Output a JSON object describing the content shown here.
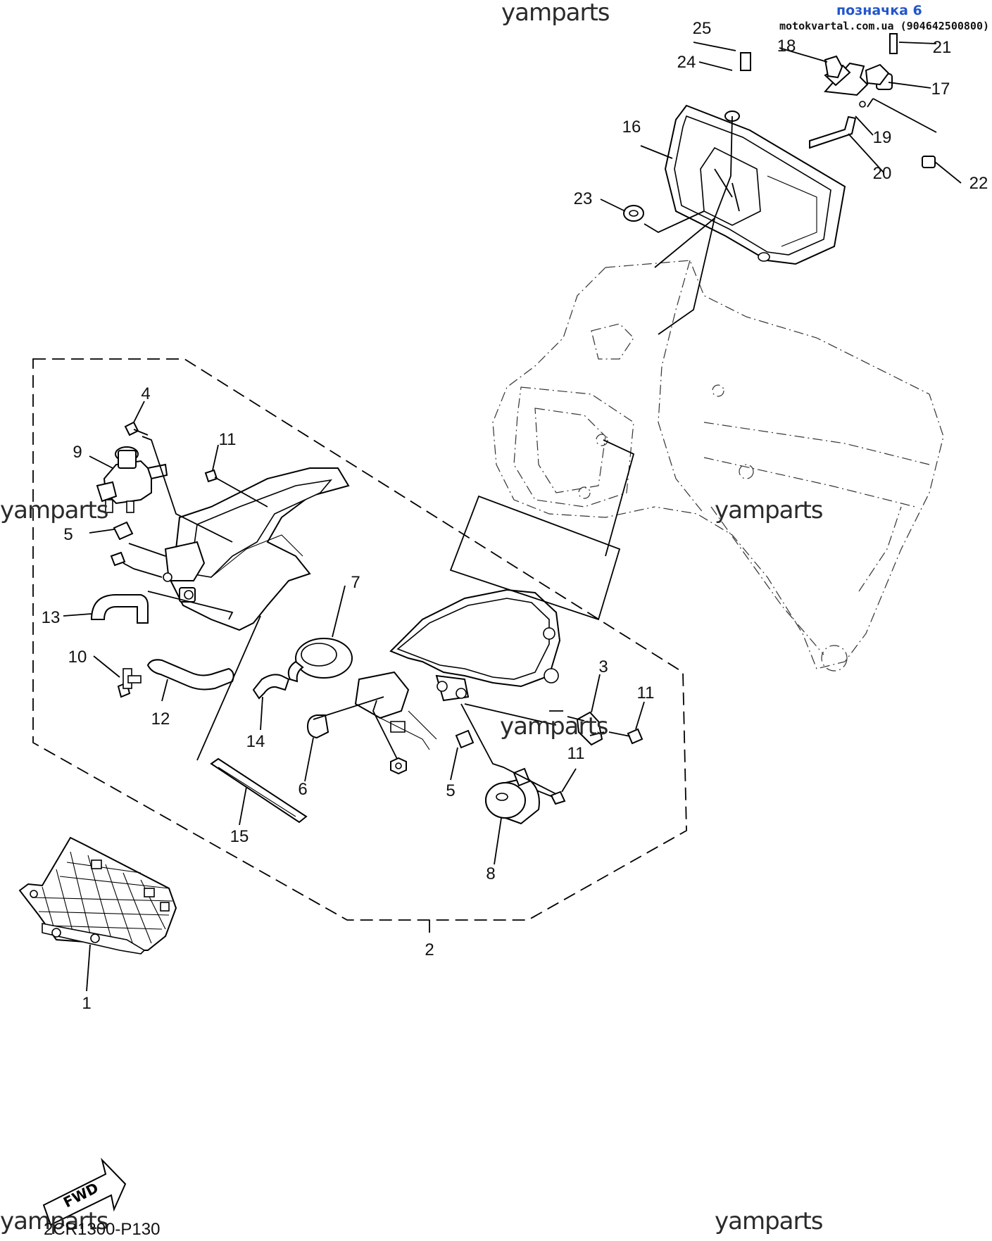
{
  "watermarks": {
    "top": "yamparts",
    "middle_left": "yamparts",
    "middle_right": "yamparts",
    "center": "yamparts",
    "bottom_left": "yamparts",
    "bottom_right": "yamparts"
  },
  "header": {
    "tag": "позначка 6",
    "site": "motokvartal.com.ua (904642500800)"
  },
  "diagram_code": "2CR1300-P130",
  "fwd_label": "FWD",
  "callouts": {
    "p1": "1",
    "p2": "2",
    "p3": "3",
    "p4": "4",
    "p5a": "5",
    "p5b": "5",
    "p6": "6",
    "p7": "7",
    "p8": "8",
    "p9": "9",
    "p10": "10",
    "p11a": "11",
    "p11b": "11",
    "p11c": "11",
    "p12": "12",
    "p13": "13",
    "p14": "14",
    "p15": "15",
    "p16": "16",
    "p17": "17",
    "p18": "18",
    "p19": "19",
    "p20": "20",
    "p21": "21",
    "p22": "22",
    "p23": "23",
    "p24": "24",
    "p25": "25"
  }
}
